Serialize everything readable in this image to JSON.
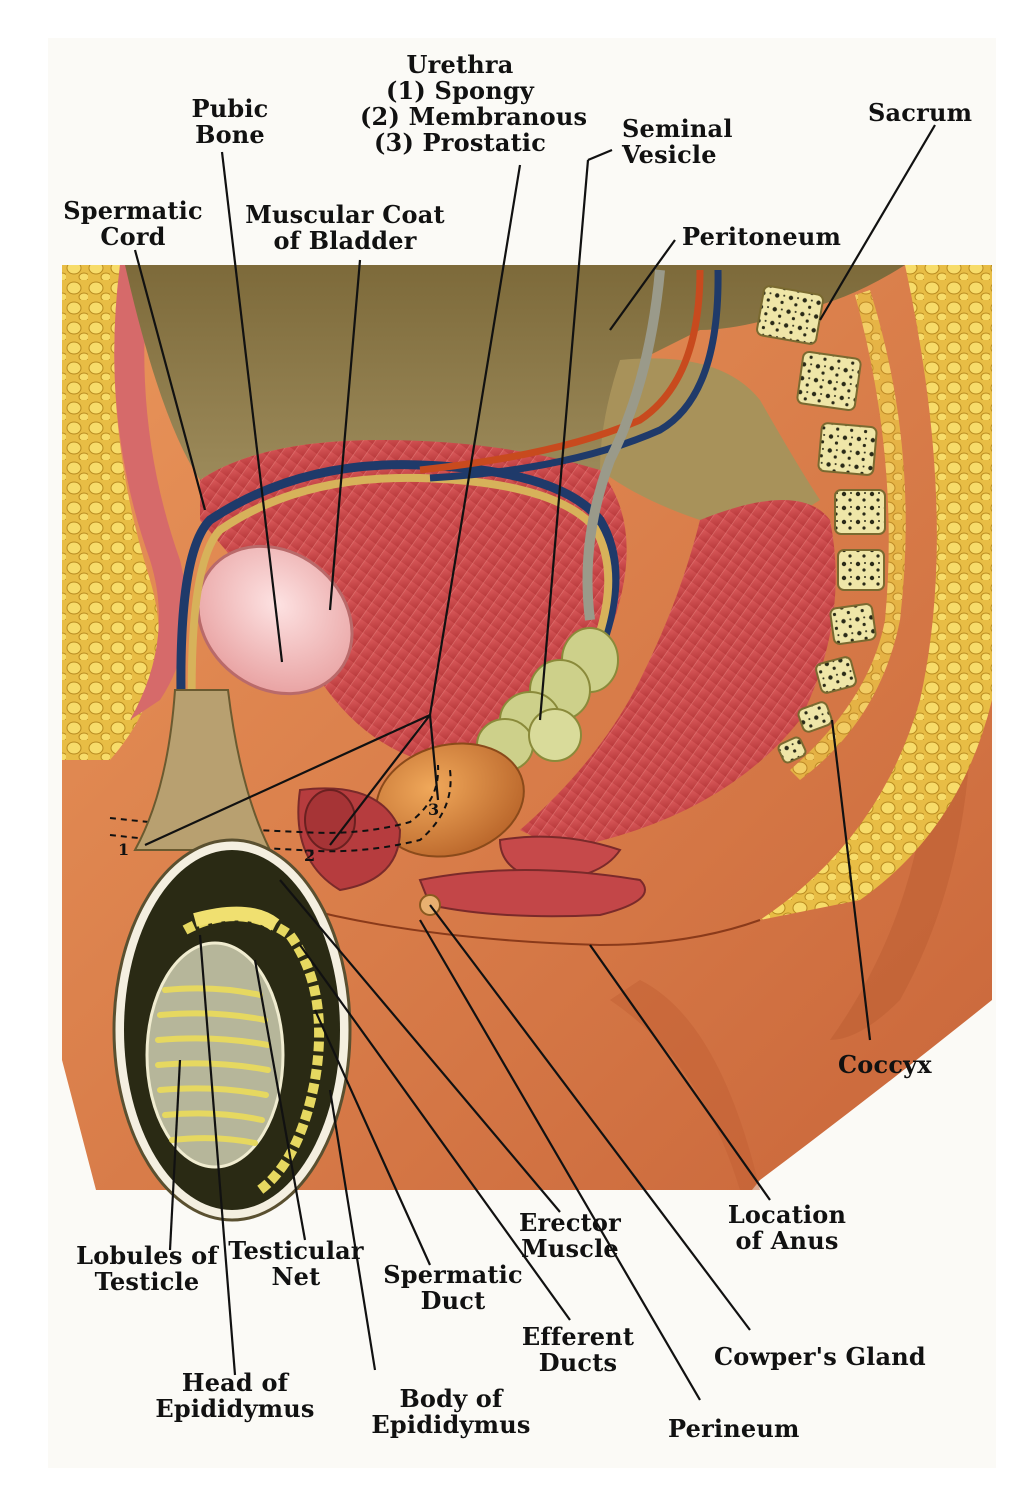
{
  "labels": {
    "urethra": {
      "title": "Urethra",
      "parts": [
        "(1) Spongy",
        "(2) Membranous",
        "(3) Prostatic"
      ]
    },
    "pubic_bone": [
      "Pubic",
      "Bone"
    ],
    "seminal_vesicle": [
      "Seminal",
      "Vesicle"
    ],
    "sacrum": "Sacrum",
    "spermatic_cord": [
      "Spermatic",
      "Cord"
    ],
    "muscular_coat": [
      "Muscular Coat",
      "of Bladder"
    ],
    "peritoneum": "Peritoneum",
    "coccyx": "Coccyx",
    "location_of_anus": [
      "Location",
      "of Anus"
    ],
    "erector_muscle": [
      "Erector",
      "Muscle"
    ],
    "lobules_of_testicle": [
      "Lobules of",
      "Testicle"
    ],
    "testicular_net": [
      "Testicular",
      "Net"
    ],
    "spermatic_duct": [
      "Spermatic",
      "Duct"
    ],
    "efferent_ducts": [
      "Efferent",
      "Ducts"
    ],
    "cowpers_gland": "Cowper's Gland",
    "head_of_epididymus": [
      "Head of",
      "Epididymus"
    ],
    "body_of_epididymus": [
      "Body of",
      "Epididymus"
    ],
    "perineum": "Perineum"
  },
  "urethra_markers": [
    "1",
    "2",
    "3"
  ],
  "colors": {
    "muscle": "#c9474a",
    "fat": "#e9c24a",
    "skin": "#e08a4e",
    "peritoneum": "#8a7a4a",
    "bone": "#efe6a8",
    "prostate": "#d8853a",
    "vesicle": "#cdd08a",
    "artery": "#c84a1e",
    "vein": "#1f3a6a",
    "testicle": "#2a2a14",
    "lobule": "#e6d860"
  }
}
